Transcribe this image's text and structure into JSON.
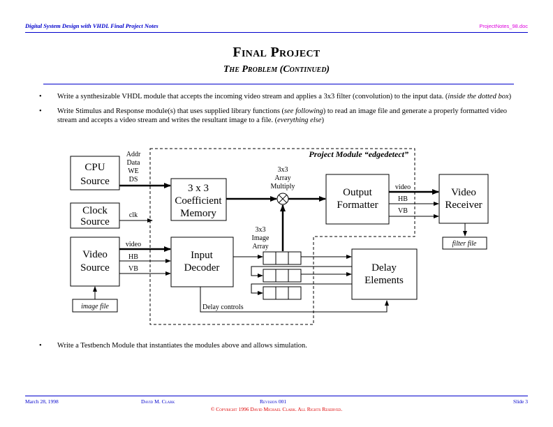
{
  "header": {
    "left": "Digital System Design with VHDL Final Project Notes",
    "right": "ProjectNotes_98.doc"
  },
  "title": "Final Project",
  "subtitle": "The Problem (Continued)",
  "bullets": [
    {
      "text": "Write a synthesizable VHDL module that accepts the incoming video stream and applies a 3x3 filter (convolution) to the input data. (",
      "emph": "inside the dotted box",
      "tail": ")"
    },
    {
      "text": "Write Stimulus and Response module(s) that uses supplied library functions (",
      "emph": "see following",
      "mid": ") to read an image file and generate a properly formatted video stream and accepts a video stream and writes the resultant image to a file. (",
      "emph2": "everything else",
      "tail": ")"
    },
    {
      "text": "Write a Testbench Module that instantiates the modules above and allows simulation."
    }
  ],
  "bullet_symbol": "•",
  "diagram": {
    "module_label": "Project Module “edgedetect”",
    "blocks": {
      "cpu": [
        "CPU",
        "Source"
      ],
      "clock": [
        "Clock",
        "Source"
      ],
      "video_source": [
        "Video",
        "Source"
      ],
      "coeff": [
        "3 x 3",
        "Coefficient",
        "Memory"
      ],
      "input_decoder": [
        "Input",
        "Decoder"
      ],
      "output_formatter": [
        "Output",
        "Formatter"
      ],
      "video_receiver": [
        "Video",
        "Receiver"
      ],
      "delay_elements": [
        "Delay",
        "Elements"
      ]
    },
    "files": {
      "image_file": "image file",
      "filter_file": "filter file"
    },
    "signals": {
      "cpu_bus": [
        "Addr",
        "Data",
        "WE",
        "DS"
      ],
      "clk": "clk",
      "video": "video",
      "hb": "HB",
      "vb": "VB",
      "multiply_label": [
        "3x3",
        "Array",
        "Multiply"
      ],
      "image_array_label": [
        "3x3",
        "Image",
        "Array"
      ],
      "delay_controls": "Delay controls"
    }
  },
  "footer": {
    "date": "March 28, 1998",
    "author": "David M. Clark",
    "revision": "Revision 001",
    "slide": "Slide 3",
    "copyright": "© Copyright 1996 David Michael Clark. All Rights Reserved."
  }
}
